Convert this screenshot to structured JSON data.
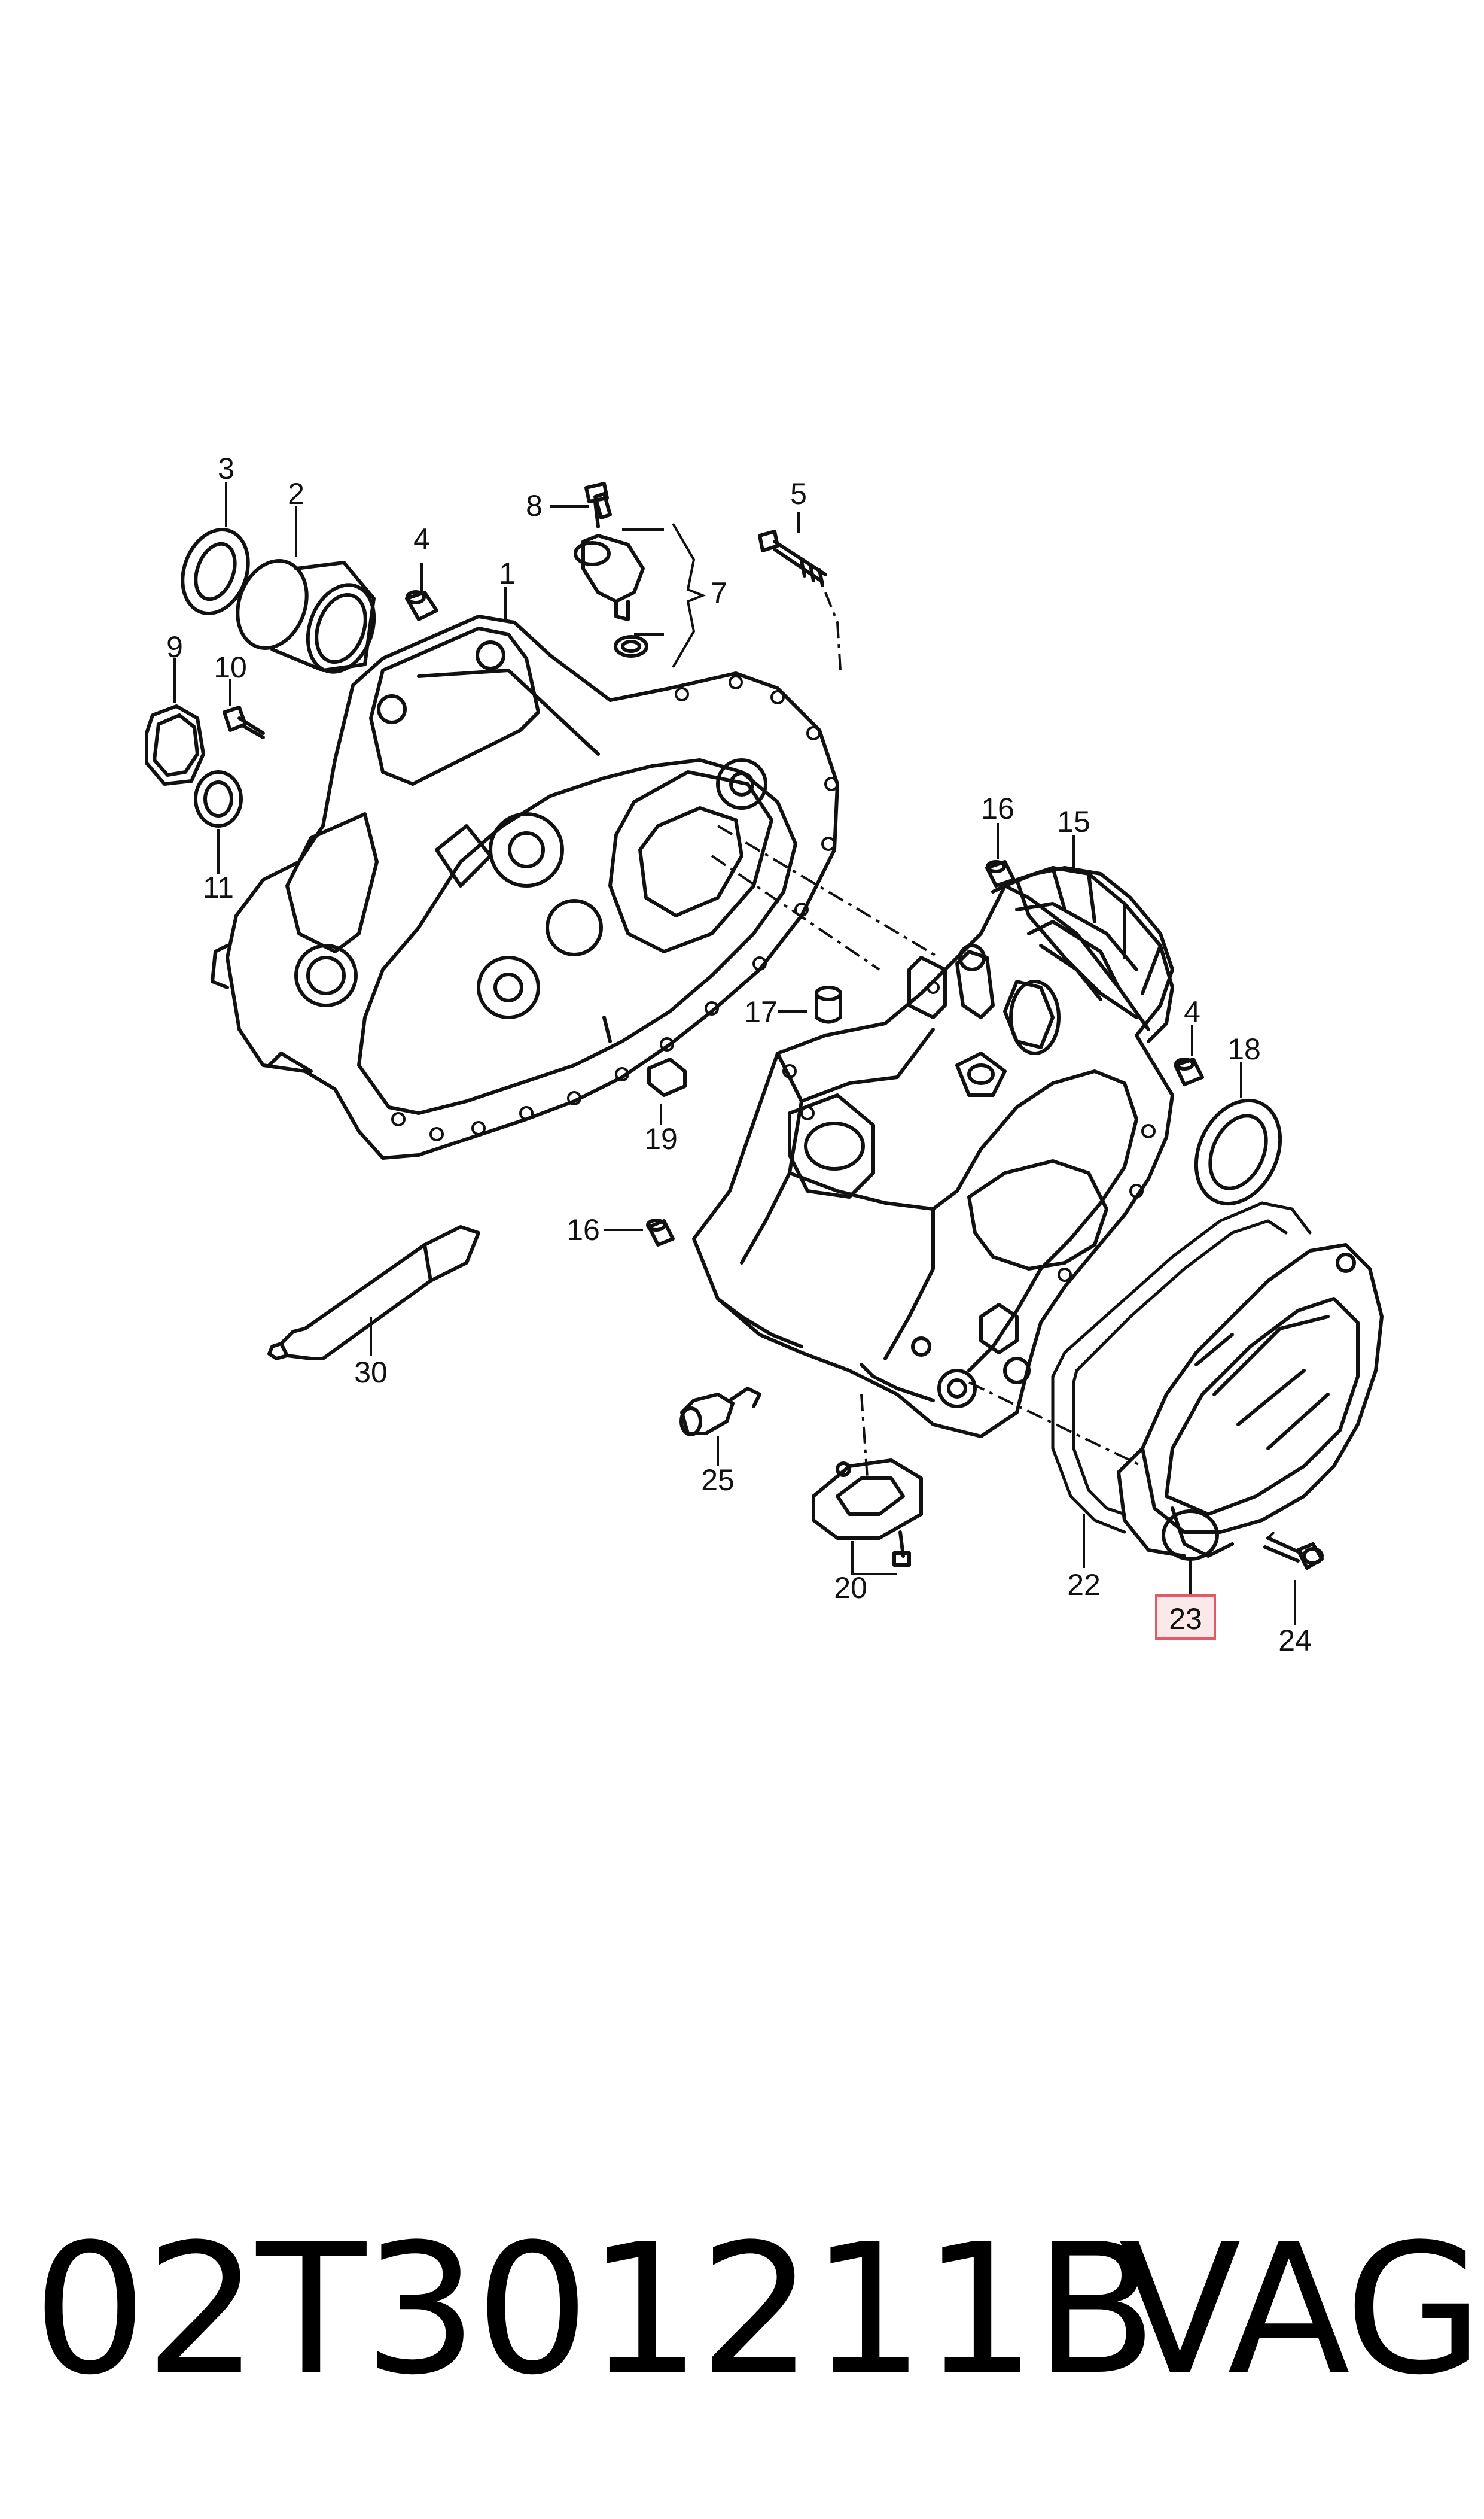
{
  "diagram": {
    "highlight_color": "#e05a67",
    "highlight_fill": "#fbe9ea",
    "callouts": [
      "1",
      "2",
      "3",
      "4",
      "4",
      "5",
      "7",
      "8",
      "9",
      "10",
      "11",
      "15",
      "16",
      "16",
      "17",
      "18",
      "19",
      "20",
      "22",
      "23",
      "24",
      "25",
      "30"
    ],
    "highlighted_callout": "23"
  },
  "footer": {
    "part_number": "02T301211B",
    "brand": "VAG"
  }
}
